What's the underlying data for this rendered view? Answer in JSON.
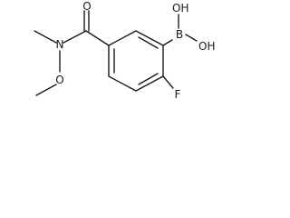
{
  "structure": {
    "atoms": {
      "hydroxyl_top": "OH",
      "hydroxyl_right": "OH",
      "boron": "B",
      "carbonyl_oxygen": "O",
      "amide_nitrogen": "N",
      "methoxy_oxygen": "O",
      "fluorine": "F"
    }
  },
  "colors": {
    "bond": "#1a1a1a",
    "background": "#ffffff"
  }
}
